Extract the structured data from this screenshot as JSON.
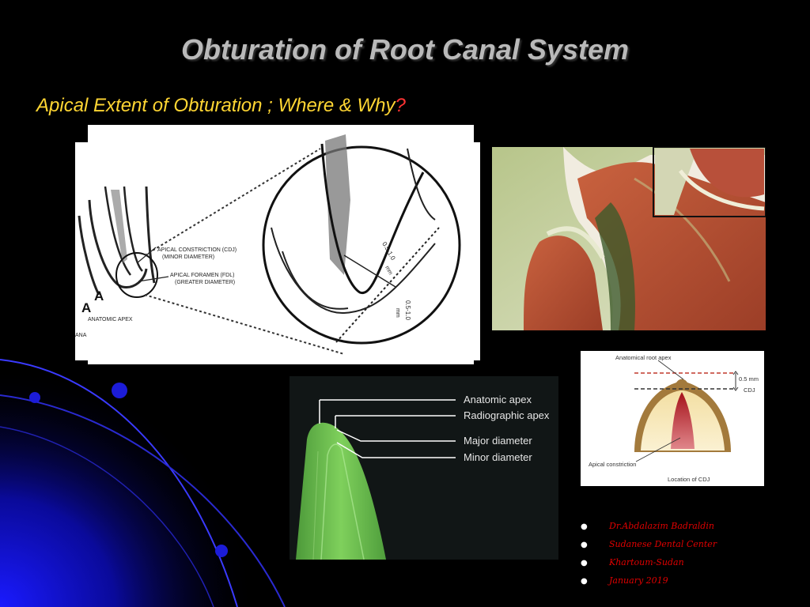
{
  "slide": {
    "title": "Obturation of Root Canal System",
    "subtitle": "Apical Extent of Obturation ;  Where & Why",
    "subtitle_mark": "?"
  },
  "figure_a": {
    "letter": "A",
    "label_constriction_1": "APICAL CONSTRICTION (CDJ)",
    "label_constriction_2": "(MINOR DIAMETER)",
    "label_foramen_1": "APICAL FORAMEN (FDL)",
    "label_foramen_2": "(GREATER DIAMETER)",
    "label_apex": "ANATOMIC APEX",
    "label_partial": "ANA",
    "measure_1": "0.5-1.0",
    "measure_1_unit": "mm",
    "measure_2": "0.5-1.0",
    "measure_2_unit": "mm"
  },
  "figure_green": {
    "labels": [
      "Anatomic apex",
      "Radiographic apex",
      "Major diameter",
      "Minor diameter"
    ]
  },
  "figure_cdj": {
    "label_apex": "Anatomical root apex",
    "label_distance": "0.5 mm",
    "label_cdj": "CDJ",
    "label_constriction": "Apical constriction",
    "caption": "Location of CDJ"
  },
  "credits": [
    "Dr.Abdalazim Badraldin",
    "Sudanese Dental Center",
    "Khartoum-Sudan",
    "January 2019"
  ],
  "colors": {
    "title": "#b9b9b9",
    "subtitle": "#ffd633",
    "question_mark": "#ff3333",
    "credits": "#e00000",
    "background": "#000000"
  }
}
